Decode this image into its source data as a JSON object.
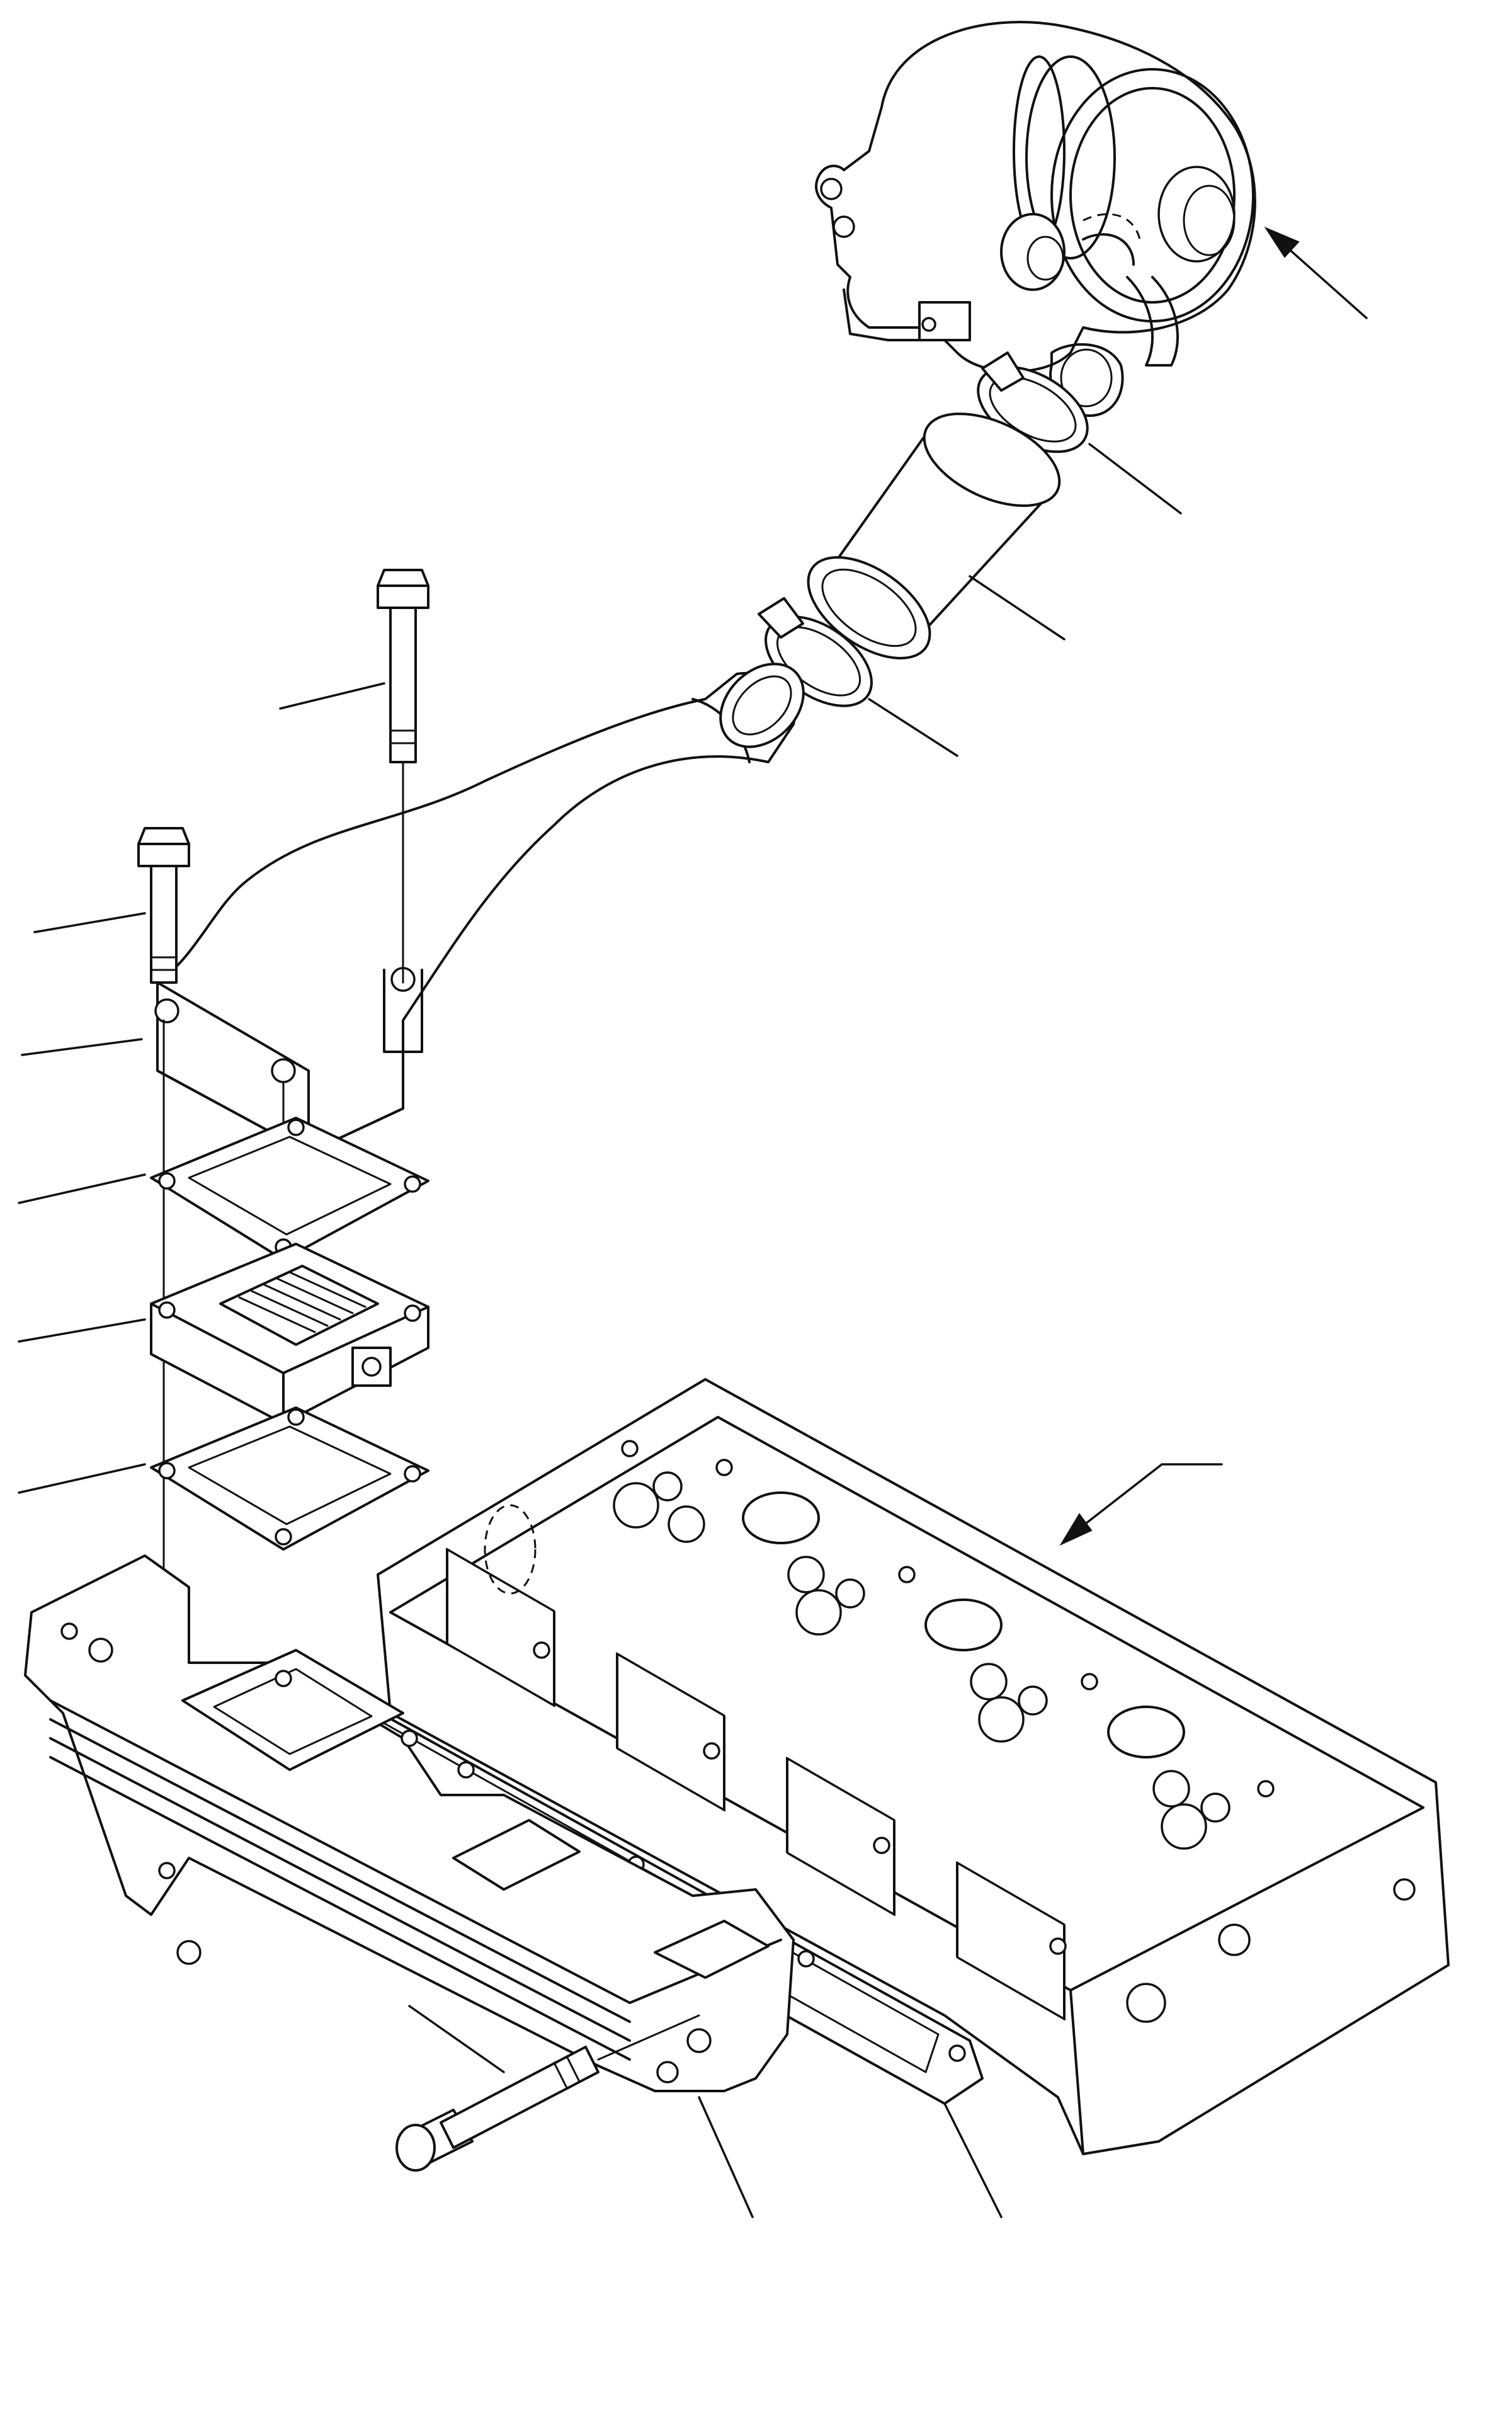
{
  "diagram": {
    "type": "exploded-parts-view",
    "ink_color": "#111111",
    "background": "#ffffff",
    "parts": [
      "turbocharger",
      "hose-clamp-upper",
      "intake-hose",
      "hose-clamp-lower",
      "intake-connector-pipe",
      "bolt-long",
      "bolt-short",
      "gasket-upper",
      "intake-heater",
      "gasket-lower",
      "intake-manifold",
      "manifold-gasket",
      "cylinder-head",
      "manifold-bolt"
    ]
  }
}
